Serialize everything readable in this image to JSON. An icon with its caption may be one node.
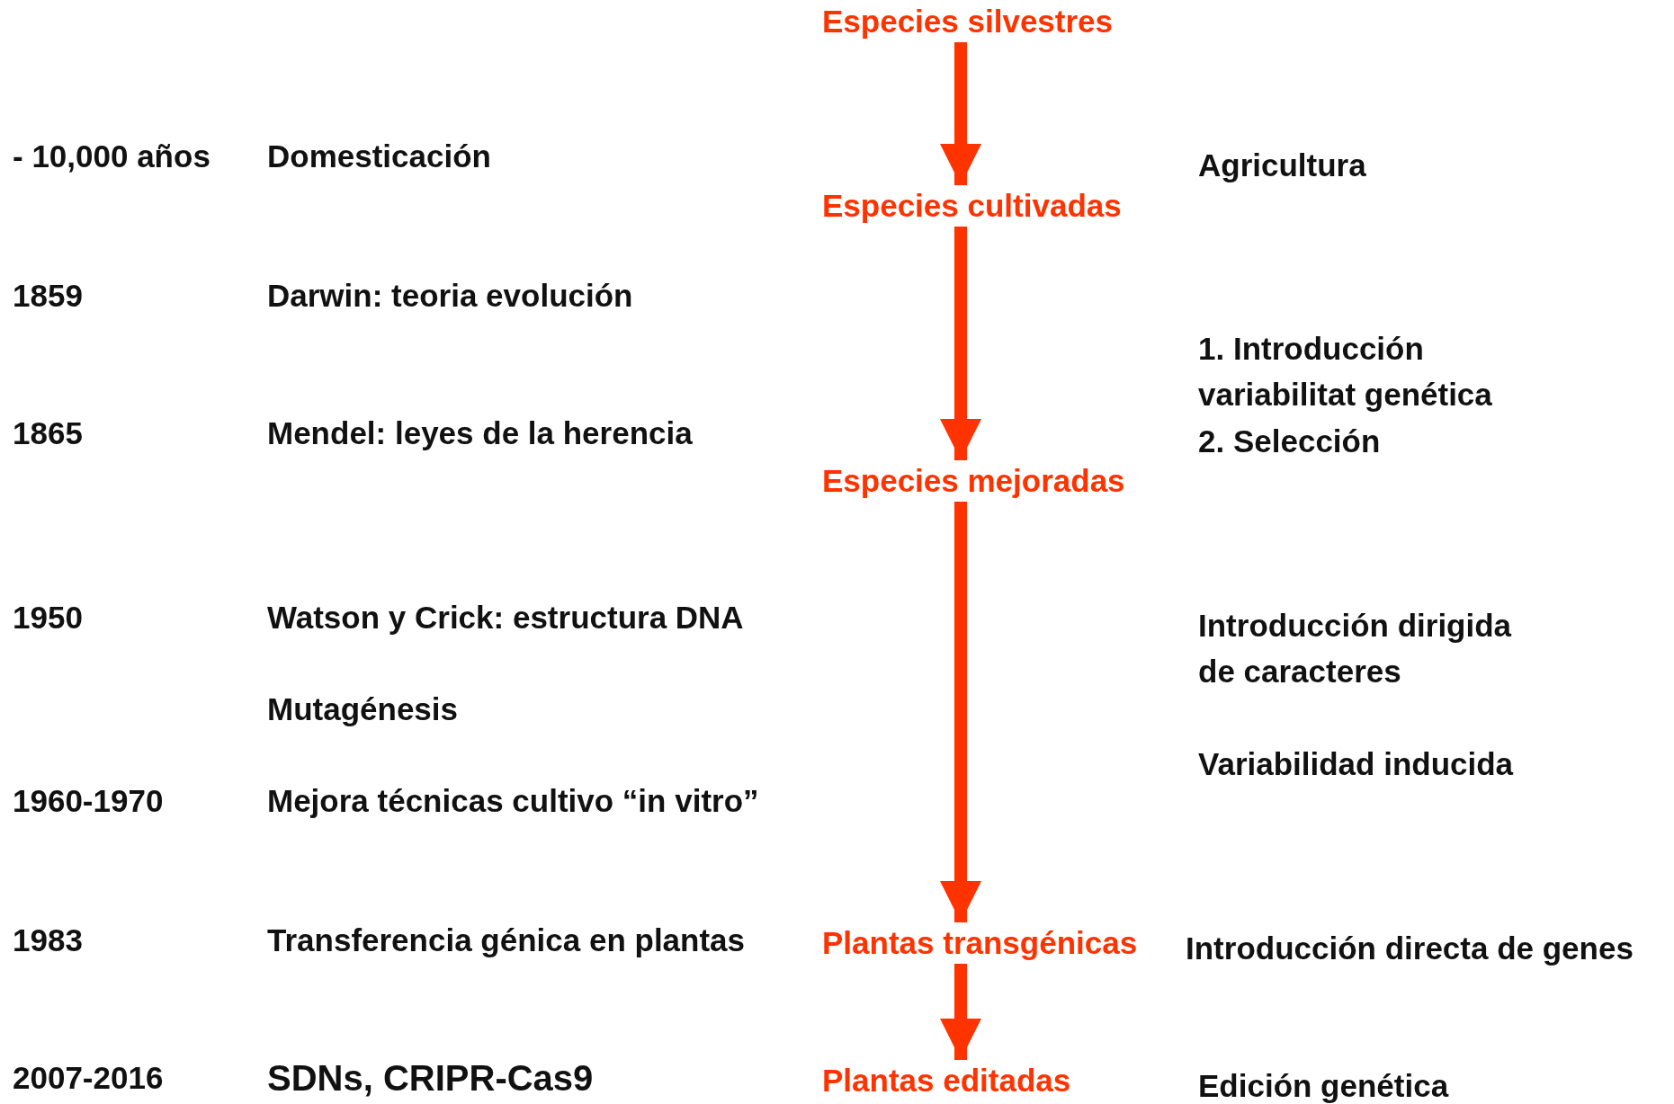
{
  "diagram": {
    "nodes": [
      {
        "text": [
          "Especies silvestres"
        ]
      },
      {
        "text": [
          "Especies cultivadas"
        ]
      },
      {
        "text": [
          "Especies mejoradas"
        ]
      },
      {
        "text": [
          "Plantas transgénicas"
        ]
      },
      {
        "text": [
          "Plantas editadas"
        ]
      }
    ],
    "edges": [
      {
        "from": 0,
        "to": 1,
        "arrow": "to"
      },
      {
        "from": 1,
        "to": 2,
        "arrow": "to"
      },
      {
        "from": 2,
        "to": 3,
        "arrow": "to"
      },
      {
        "from": 3,
        "to": 4,
        "arrow": "to"
      }
    ],
    "labels": [
      "- 10,000 años",
      "Domesticación",
      "Agricultura",
      "1859",
      "Darwin: teoria evolución",
      "1. Introducción variabilitat genética",
      "1865",
      "Mendel: leyes de la herencia",
      "2. Selección",
      "1950",
      "Watson y Crick: estructura DNA",
      "Introducción dirigida de caracteres",
      "Mutagénesis",
      "Variabilidad inducida",
      "1960-1970",
      "Mejora técnicas cultivo “in vitro”",
      "1983",
      "Transferencia génica en plantas",
      "Introducción directa de genes",
      "2007-2016",
      "SDNs, CRIPR-Cas9",
      "Edición genética"
    ]
  }
}
